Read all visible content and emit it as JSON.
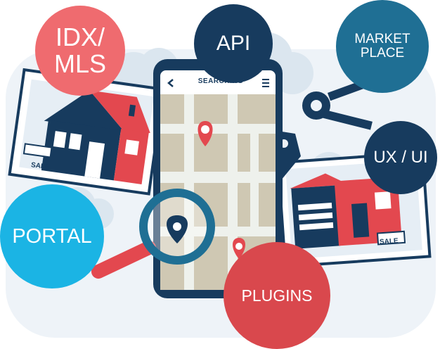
{
  "phone": {
    "title": "SEARCHING"
  },
  "signs": {
    "left_sale": "SALE",
    "right_sale": "SALE"
  },
  "bubbles": {
    "idx": {
      "line1": "IDX/",
      "line2": "MLS"
    },
    "api": {
      "label": "API"
    },
    "marketplace": {
      "line1": "MARKET",
      "line2": "PLACE"
    },
    "ux": {
      "label": "UX / UI"
    },
    "portal": {
      "label": "PORTAL"
    },
    "plugins": {
      "label": "PLUGINS"
    }
  },
  "colors": {
    "navy": "#173b5e",
    "coral": "#ef6b6f",
    "red": "#d9484d",
    "teal": "#1f6f94",
    "cyan": "#1bb4e4",
    "map_tan": "#cfc8b3",
    "background_blue": "#e6eef5"
  },
  "icons": [
    "back-arrow-icon",
    "menu-icon",
    "home-pin-icon",
    "magnifier-icon",
    "keys-icon",
    "house-icon"
  ]
}
